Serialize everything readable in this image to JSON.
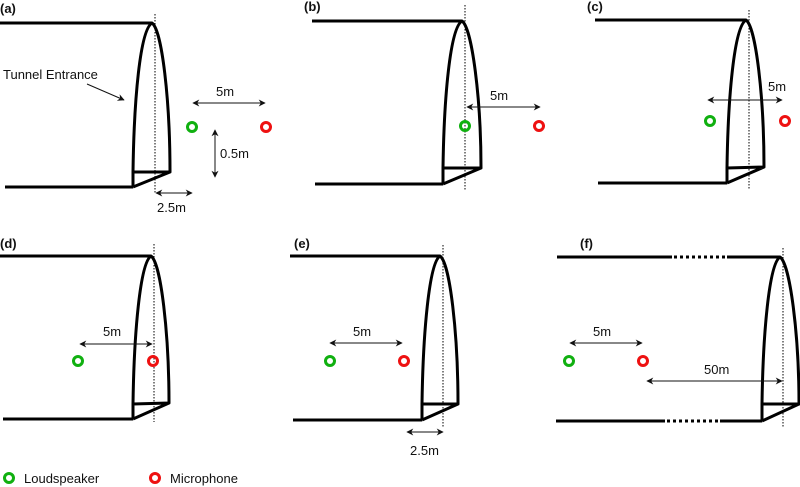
{
  "figure": {
    "colors": {
      "loudspeaker": "#10b010",
      "microphone": "#ee1111",
      "tunnel": "#000000"
    },
    "legend": [
      {
        "key": "loudspeaker",
        "label": "Loudspeaker"
      },
      {
        "key": "microphone",
        "label": "Microphone"
      }
    ],
    "annotation": "Tunnel Entrance",
    "panels": [
      {
        "id": "a",
        "label": "(a)",
        "spacing": "5m",
        "height_offset": "0.5m",
        "arch_depth": "2.5m",
        "setup": "both outside tunnel"
      },
      {
        "id": "b",
        "label": "(b)",
        "spacing": "5m",
        "setup": "loudspeaker at entrance, microphone outside"
      },
      {
        "id": "c",
        "label": "(c)",
        "spacing": "5m",
        "setup": "straddling entrance"
      },
      {
        "id": "d",
        "label": "(d)",
        "spacing": "5m",
        "setup": "microphone at entrance, loudspeaker inside"
      },
      {
        "id": "e",
        "label": "(e)",
        "spacing": "5m",
        "arch_depth": "2.5m",
        "setup": "both inside tunnel"
      },
      {
        "id": "f",
        "label": "(f)",
        "spacing": "5m",
        "entrance_distance": "50m",
        "setup": "both deep inside tunnel"
      }
    ]
  }
}
